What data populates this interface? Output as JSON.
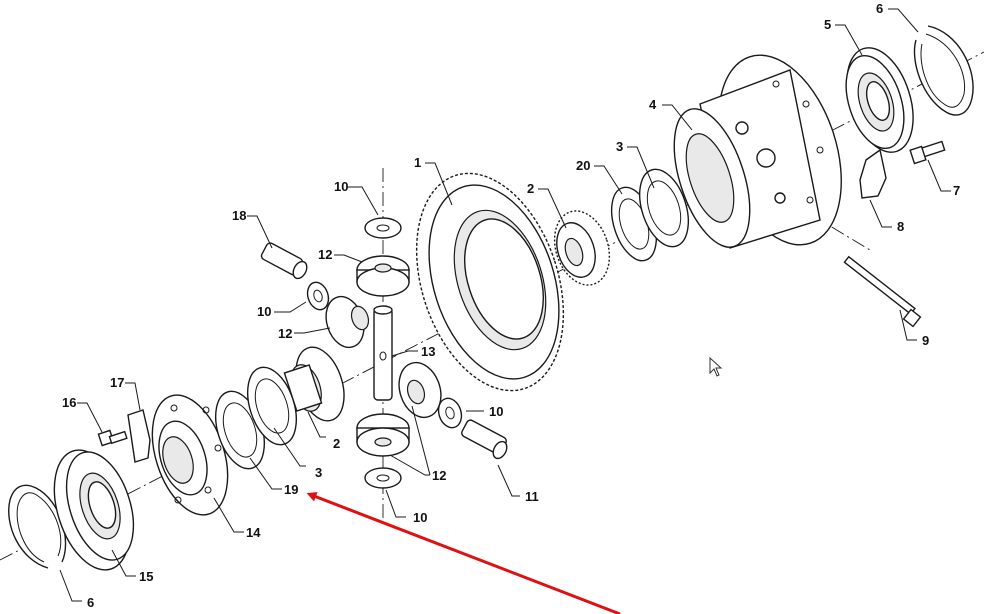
{
  "diagram": {
    "callouts": {
      "c1": "1",
      "c2a": "2",
      "c2b": "2",
      "c3a": "3",
      "c3b": "3",
      "c4": "4",
      "c5": "5",
      "c6a": "6",
      "c6b": "6",
      "c7": "7",
      "c8": "8",
      "c9": "9",
      "c10a": "10",
      "c10b": "10",
      "c10c": "10",
      "c10d": "10",
      "c11": "11",
      "c12a": "12",
      "c12b": "12",
      "c12c": "12",
      "c13": "13",
      "c14": "14",
      "c15": "15",
      "c16": "16",
      "c17": "17",
      "c18": "18",
      "c19": "19",
      "c20": "20"
    },
    "annotation_color": "#e01010",
    "icons": [
      "cursor-arrow-icon",
      "red-pointer-arrow-icon"
    ]
  }
}
